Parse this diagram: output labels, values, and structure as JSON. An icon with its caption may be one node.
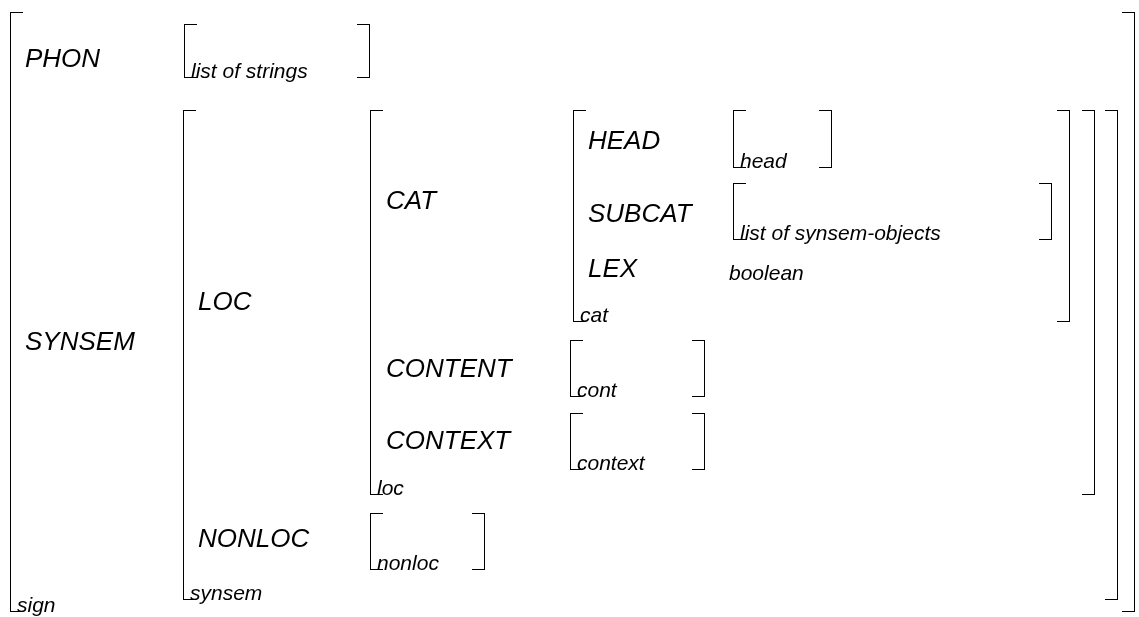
{
  "diagram": {
    "nodes": [
      {
        "text": [
          "sign"
        ]
      },
      {
        "text": [
          "list of strings"
        ],
        "in": 0
      },
      {
        "text": [
          "synsem"
        ],
        "in": 0
      },
      {
        "text": [
          "loc"
        ],
        "in": 2
      },
      {
        "text": [
          "cat"
        ],
        "in": 3
      },
      {
        "text": [
          "head"
        ],
        "in": 4
      },
      {
        "text": [
          "list of synsem-objects"
        ],
        "in": 4
      },
      {
        "text": [
          "cont"
        ],
        "in": 3
      },
      {
        "text": [
          "context"
        ],
        "in": 3
      },
      {
        "text": [
          "nonloc"
        ],
        "in": 2
      }
    ],
    "edges": [],
    "labels": [
      "PHON",
      "SYNSEM",
      "LOC",
      "CAT",
      "HEAD",
      "SUBCAT",
      "LEX",
      "boolean",
      "CONTENT",
      "CONTEXT",
      "NONLOC"
    ]
  }
}
